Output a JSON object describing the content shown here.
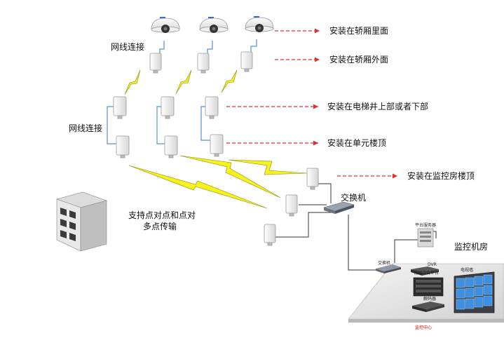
{
  "labels": {
    "wired_top": "网线连接",
    "wired_left": "网线连接",
    "cabin_inside": "安装在轿厢里面",
    "cabin_outside": "安装在轿厢外面",
    "shaft": "安装在电梯井上部或者下部",
    "roof": "安装在单元楼顶",
    "monitor_roof": "安装在监控房楼顶",
    "switch": "交换机",
    "p2p_line1": "支持点对点和点对",
    "p2p_line2": "多点传输",
    "control_room": "监控机房"
  },
  "room": {
    "server": "平台服务器",
    "dvr": "DVR",
    "switch_small": "交换机",
    "platform": "视频综合平台",
    "decoder": "解码器",
    "video_wall": "电视墙",
    "center": "监控中心"
  },
  "colors": {
    "arrow": "#e23030",
    "lightning": "#f7f21a",
    "cable": "#5a8fd6"
  }
}
